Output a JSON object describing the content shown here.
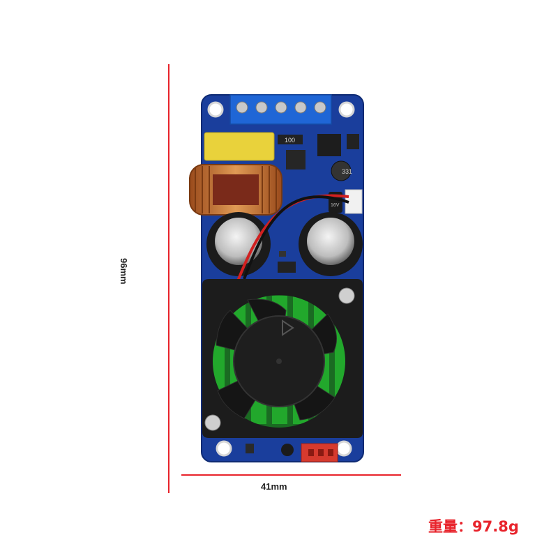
{
  "dimensions": {
    "height_label": "96mm",
    "width_label": "41mm",
    "weight_label": "重量：97.8g"
  },
  "board_markings": {
    "resistor_code": "100",
    "inductor_code": "331",
    "small_cap_text": "16V"
  },
  "colors": {
    "pcb": "#1a3e9c",
    "dimension_line": "#e8232b",
    "heatsink": "#22a82c",
    "fan": "#1c1c1c",
    "terminal_block": "#1f66d6",
    "relay": "#e9d23b",
    "connector": "#d63a2e",
    "toroid_copper": "#c9773a"
  }
}
